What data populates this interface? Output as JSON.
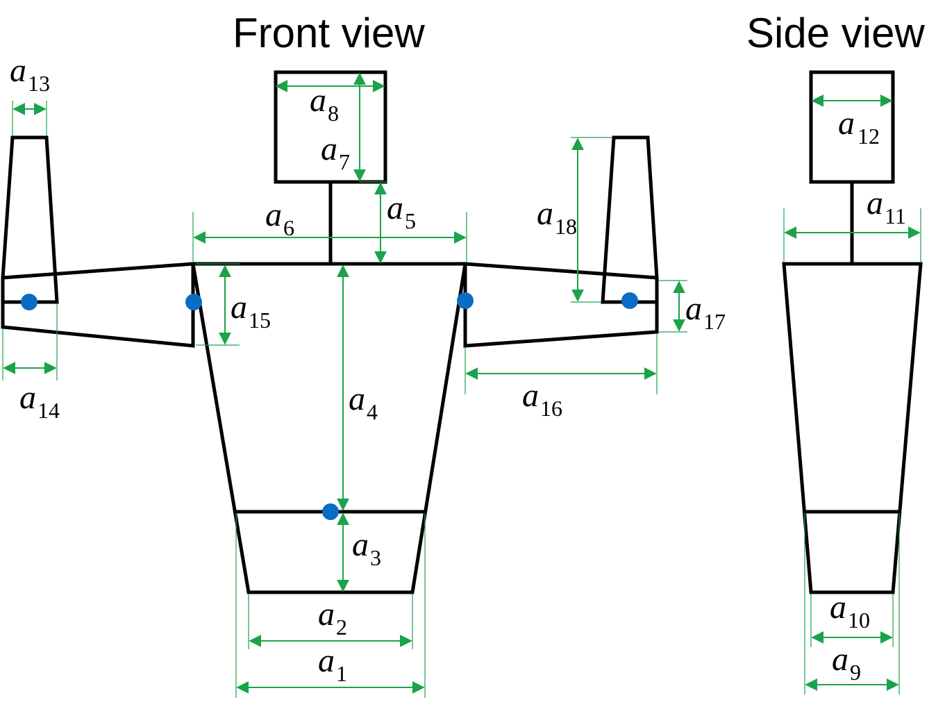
{
  "titles": {
    "front": "Front view",
    "side": "Side view"
  },
  "labels": {
    "a1": {
      "base": "a",
      "sub": "1"
    },
    "a2": {
      "base": "a",
      "sub": "2"
    },
    "a3": {
      "base": "a",
      "sub": "3"
    },
    "a4": {
      "base": "a",
      "sub": "4"
    },
    "a5": {
      "base": "a",
      "sub": "5"
    },
    "a6": {
      "base": "a",
      "sub": "6"
    },
    "a7": {
      "base": "a",
      "sub": "7"
    },
    "a8": {
      "base": "a",
      "sub": "8"
    },
    "a9": {
      "base": "a",
      "sub": "9"
    },
    "a10": {
      "base": "a",
      "sub": "10"
    },
    "a11": {
      "base": "a",
      "sub": "11"
    },
    "a12": {
      "base": "a",
      "sub": "12"
    },
    "a13": {
      "base": "a",
      "sub": "13"
    },
    "a14": {
      "base": "a",
      "sub": "14"
    },
    "a15": {
      "base": "a",
      "sub": "15"
    },
    "a16": {
      "base": "a",
      "sub": "16"
    },
    "a17": {
      "base": "a",
      "sub": "17"
    },
    "a18": {
      "base": "a",
      "sub": "18"
    }
  },
  "colors": {
    "dimension": "#1aa34a",
    "outline": "#000000",
    "joint": "#0a6cc4"
  }
}
